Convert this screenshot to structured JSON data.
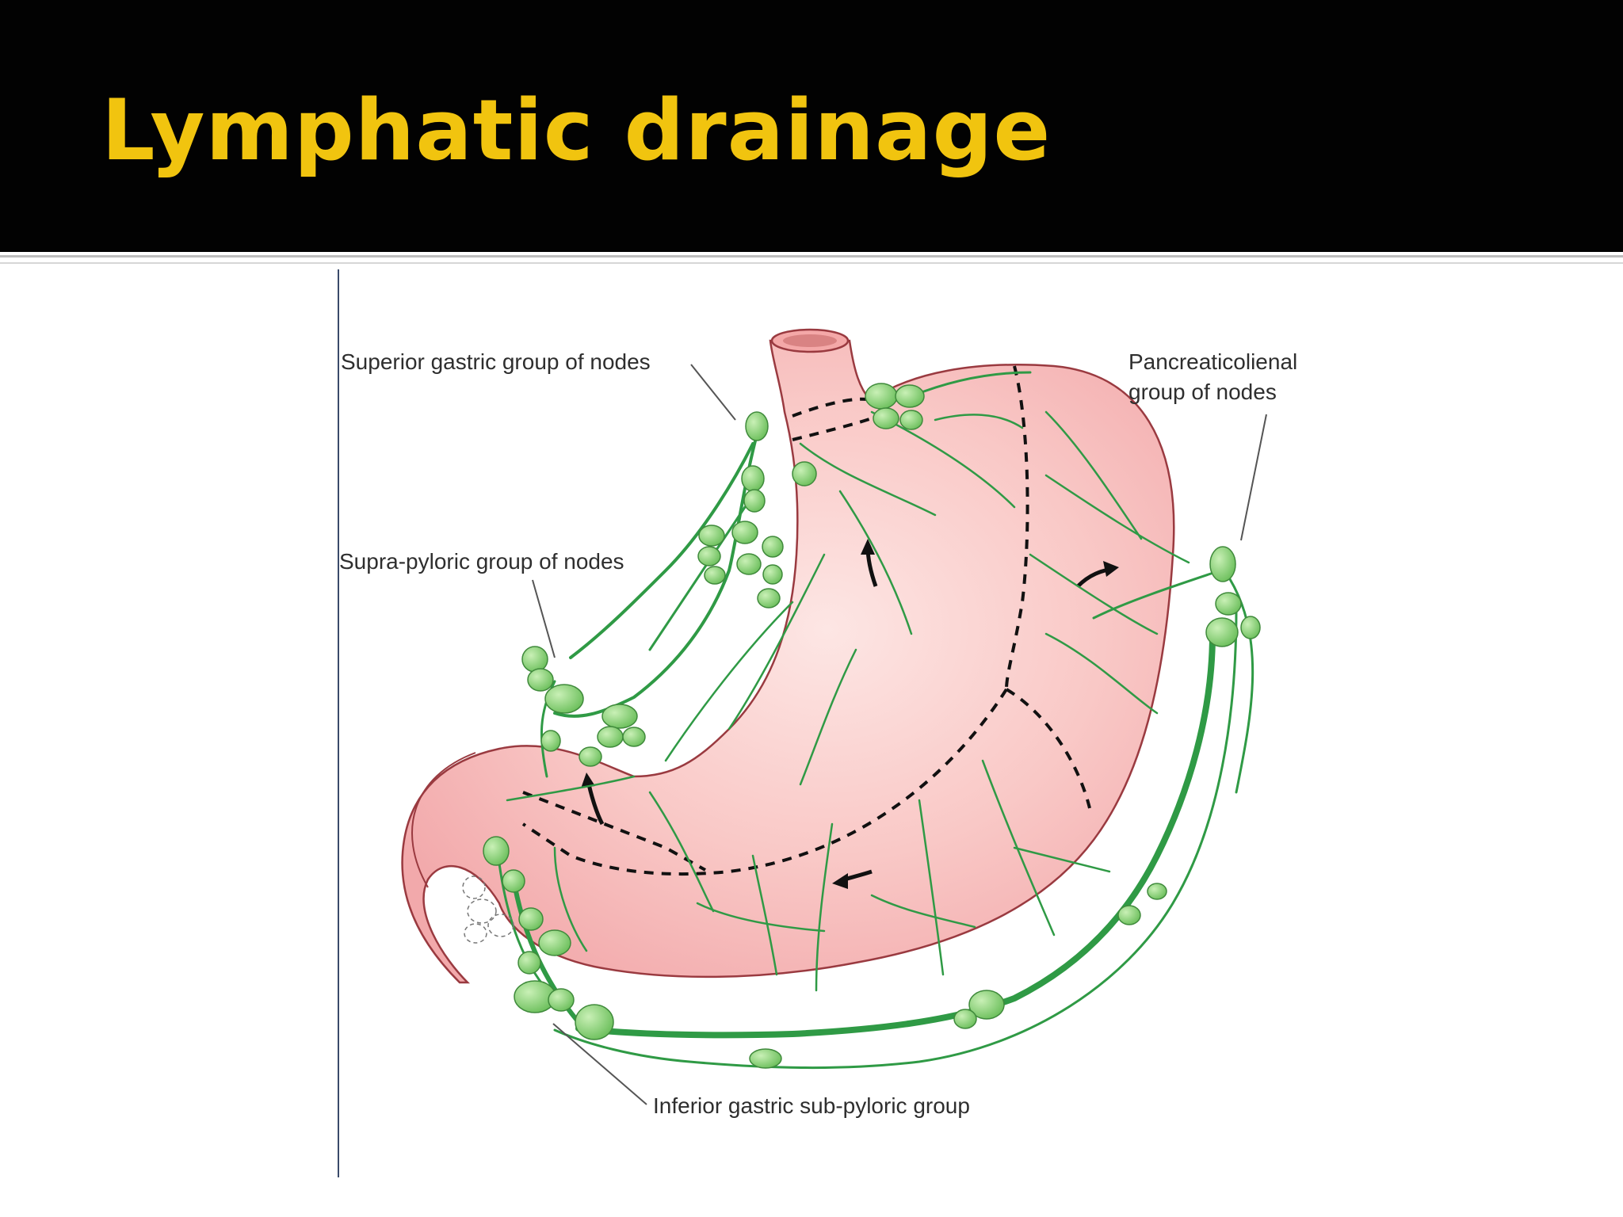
{
  "slide": {
    "title": "Lymphatic drainage"
  },
  "diagram": {
    "labels": {
      "superior_gastric": "Superior gastric group of nodes",
      "pancreaticolienal_line1": "Pancreaticolienal",
      "pancreaticolienal_line2": "group of nodes",
      "supra_pyloric": "Supra-pyloric group of nodes",
      "inferior_gastric": "Inferior gastric sub-pyloric group"
    },
    "colors": {
      "header_background": "#020202",
      "title": "#f1c40f",
      "stomach_fill": "#f5b4b4",
      "stomach_outline": "#9a3a40",
      "lymph_vessel": "#2f9a45",
      "lymph_node": "#8fd07a"
    }
  }
}
